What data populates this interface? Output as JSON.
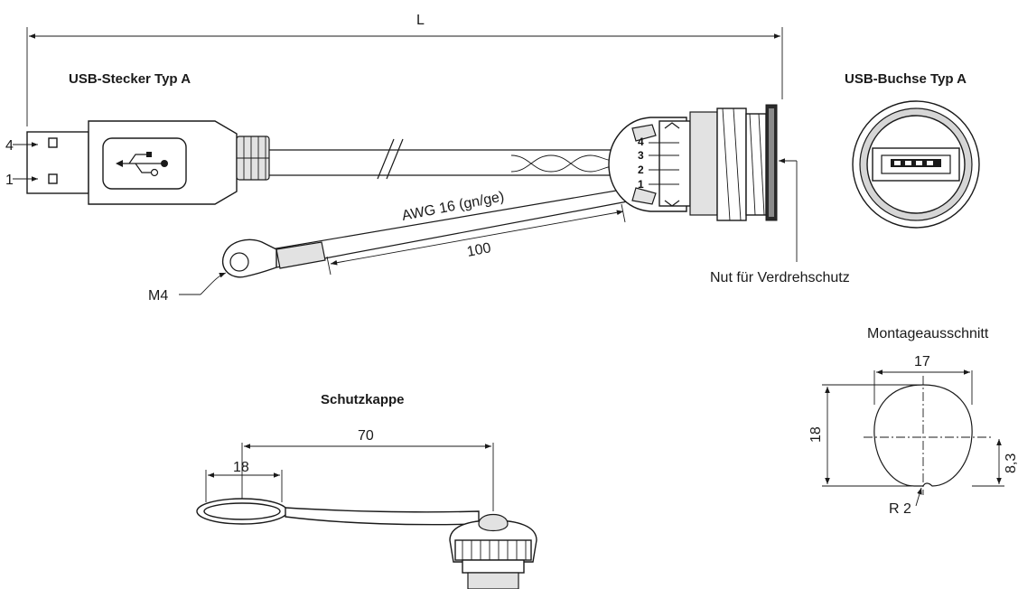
{
  "labels": {
    "length": "L",
    "plug_title": "USB-Stecker Typ A",
    "socket_title": "USB-Buchse Typ A",
    "pin_4_left": "4",
    "pin_1_left": "1",
    "wire": "AWG 16 (gn/ge)",
    "wire_length": "100",
    "ring_terminal": "M4",
    "groove": "Nut für Verdrehschutz",
    "cutout_title": "Montageausschnitt",
    "cutout_width": "17",
    "cutout_height": "18",
    "cutout_flat": "8,3",
    "cutout_radius": "R 2",
    "cap_title": "Schutzkappe",
    "cap_length": "70",
    "cap_ring": "18"
  },
  "pins": [
    "4",
    "3",
    "2",
    "1"
  ],
  "icons": {
    "usb_symbol": "usb-trident-icon"
  }
}
